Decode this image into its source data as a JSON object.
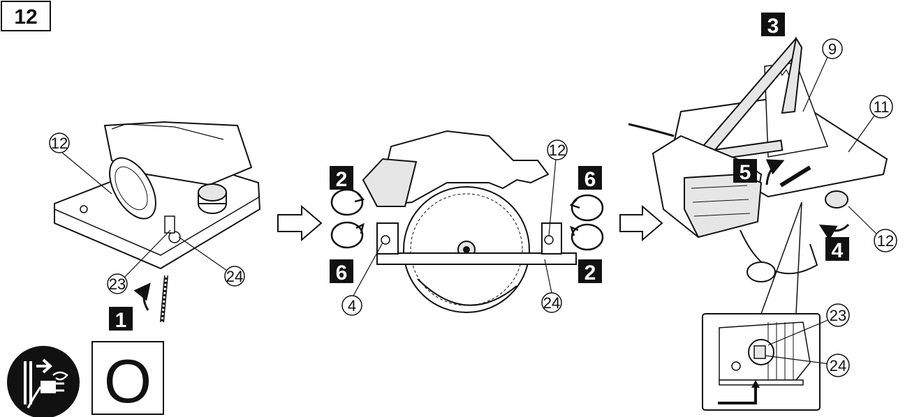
{
  "figure": {
    "number": "12"
  },
  "panel_left": {
    "callouts": {
      "c12": "12",
      "c23": "23",
      "c24": "24"
    },
    "steps": {
      "s1": "1"
    }
  },
  "panel_middle": {
    "callouts": {
      "c12": "12",
      "c4": "4",
      "c24": "24"
    },
    "steps": {
      "s2_left": "2",
      "s6_left": "6",
      "s6_right": "6",
      "s2_right": "2"
    }
  },
  "panel_right": {
    "callouts": {
      "c9": "9",
      "c11": "11",
      "c12": "12",
      "c23": "23",
      "c24": "24"
    },
    "steps": {
      "s3": "3",
      "s5": "5",
      "s4": "4"
    }
  },
  "footer": {
    "unplug_icon": "unplug-icon",
    "switch_off_label": "O"
  },
  "colors": {
    "ink": "#111111",
    "fill": "#ffffff",
    "shade": "#e6e6e6"
  }
}
